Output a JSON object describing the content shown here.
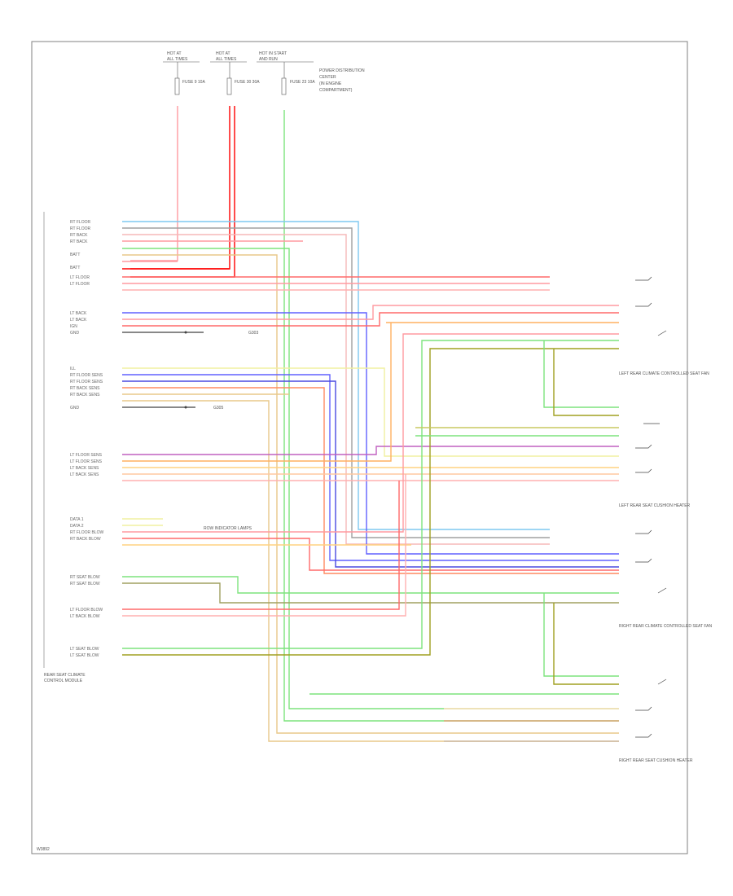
{
  "diagram": {
    "footer_code": "W3892",
    "module_label_line1": "REAR SEAT CLIMATE",
    "module_label_line2": "CONTROL MODULE",
    "top_power": [
      {
        "line1": "HOT AT",
        "line2": "ALL TIMES",
        "fuse": "FUSE 9 10A"
      },
      {
        "line1": "HOT AT",
        "line2": "ALL TIMES",
        "fuse": "FUSE 30 30A"
      },
      {
        "line1": "HOT IN START",
        "line2": "AND RUN",
        "fuse": "FUSE 23 10A"
      }
    ],
    "notes": {
      "power_distribution": "POWER DISTRIBUTION",
      "ground_1": "G303",
      "ground_2": "G305",
      "illum_note": "ROW INDICATOR LAMPS",
      "left_seat_fan": "LEFT REAR CLIMATE CONTROLLED SEAT FAN",
      "left_seat_element": "LEFT REAR SEAT CUSHION HEATER",
      "right_seat_fan": "RIGHT REAR CLIMATE CONTROLLED SEAT FAN",
      "right_seat_element": "RIGHT REAR SEAT CUSHION HEATER"
    }
  }
}
